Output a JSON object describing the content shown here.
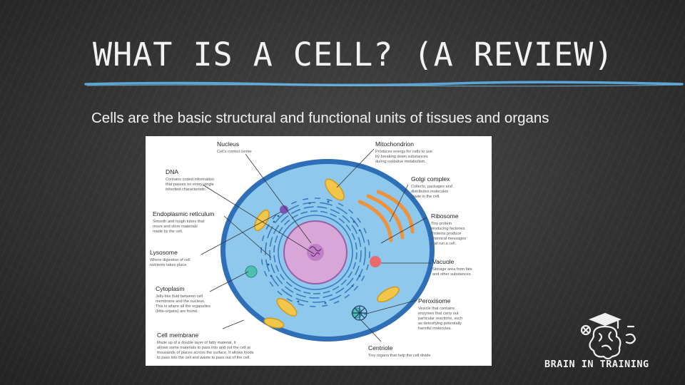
{
  "slide": {
    "title": "WHAT IS A CELL? (A REVIEW)",
    "body": "Cells are the basic structural and functional units of tissues and organs"
  },
  "diagram": {
    "labels": {
      "nucleus": {
        "title": "Nucleus",
        "desc": [
          "Cell's control center"
        ]
      },
      "dna": {
        "title": "DNA",
        "desc": [
          "Contains coded information",
          "that passes on every single",
          "inherited characteristic."
        ]
      },
      "er": {
        "title": "Endoplasmic reticulum",
        "desc": [
          "Smooth and rough tubes that",
          "move and store materials",
          "made by the cell."
        ]
      },
      "lysosome": {
        "title": "Lysosome",
        "desc": [
          "Where digestion of cell",
          "nutrients takes place."
        ]
      },
      "cytoplasm": {
        "title": "Cytoplasm",
        "desc": [
          "Jelly-like fluid between cell",
          "membrane and the nucleus.",
          "This is where all the organelles",
          "(little-organs) are found."
        ]
      },
      "membrane": {
        "title": "Cell membrane",
        "desc": [
          "Made up of a double layer of fatty material, it",
          "allows some materials to pass into and out the cell at",
          "thousands of places across the surface. It allows foods",
          "to pass into the cell and waste to pass out of the cell."
        ]
      },
      "mitochondrion": {
        "title": "Mitochondrion",
        "desc": [
          "Produces energy for cells to use",
          "by breaking down substances",
          "during oxidative metabolism."
        ]
      },
      "golgi": {
        "title": "Golgi complex",
        "desc": [
          "Collects, packages and",
          "distributes molecules",
          "made in the cell."
        ]
      },
      "ribosome": {
        "title": "Ribosome",
        "desc": [
          "Tiny protein",
          "producing factories.",
          "Proteins produce",
          "chemical messages",
          "that run a cell."
        ]
      },
      "vacuole": {
        "title": "Vacuole",
        "desc": [
          "Storage area from fats",
          "and other substances."
        ]
      },
      "peroxisome": {
        "title": "Peroxisome",
        "desc": [
          "Vesicle that contains",
          "enzymes that carry out",
          "particular reactions, such",
          "as detoxifying potentially",
          "harmful molecules."
        ]
      },
      "centriole": {
        "title": "Centriole",
        "desc": [
          "Tiny organs that help the cell divide."
        ]
      }
    }
  },
  "brand": {
    "text": "BRAIN IN TRAINING"
  },
  "colors": {
    "background": "#333333",
    "underline": "#5aa6d6",
    "cell_fill": "#8ec8ec",
    "membrane": "#2f6fb8",
    "nucleus": "#d9a6d8",
    "mitochondrion": "#f2c64a",
    "golgi": "#f0913c"
  }
}
